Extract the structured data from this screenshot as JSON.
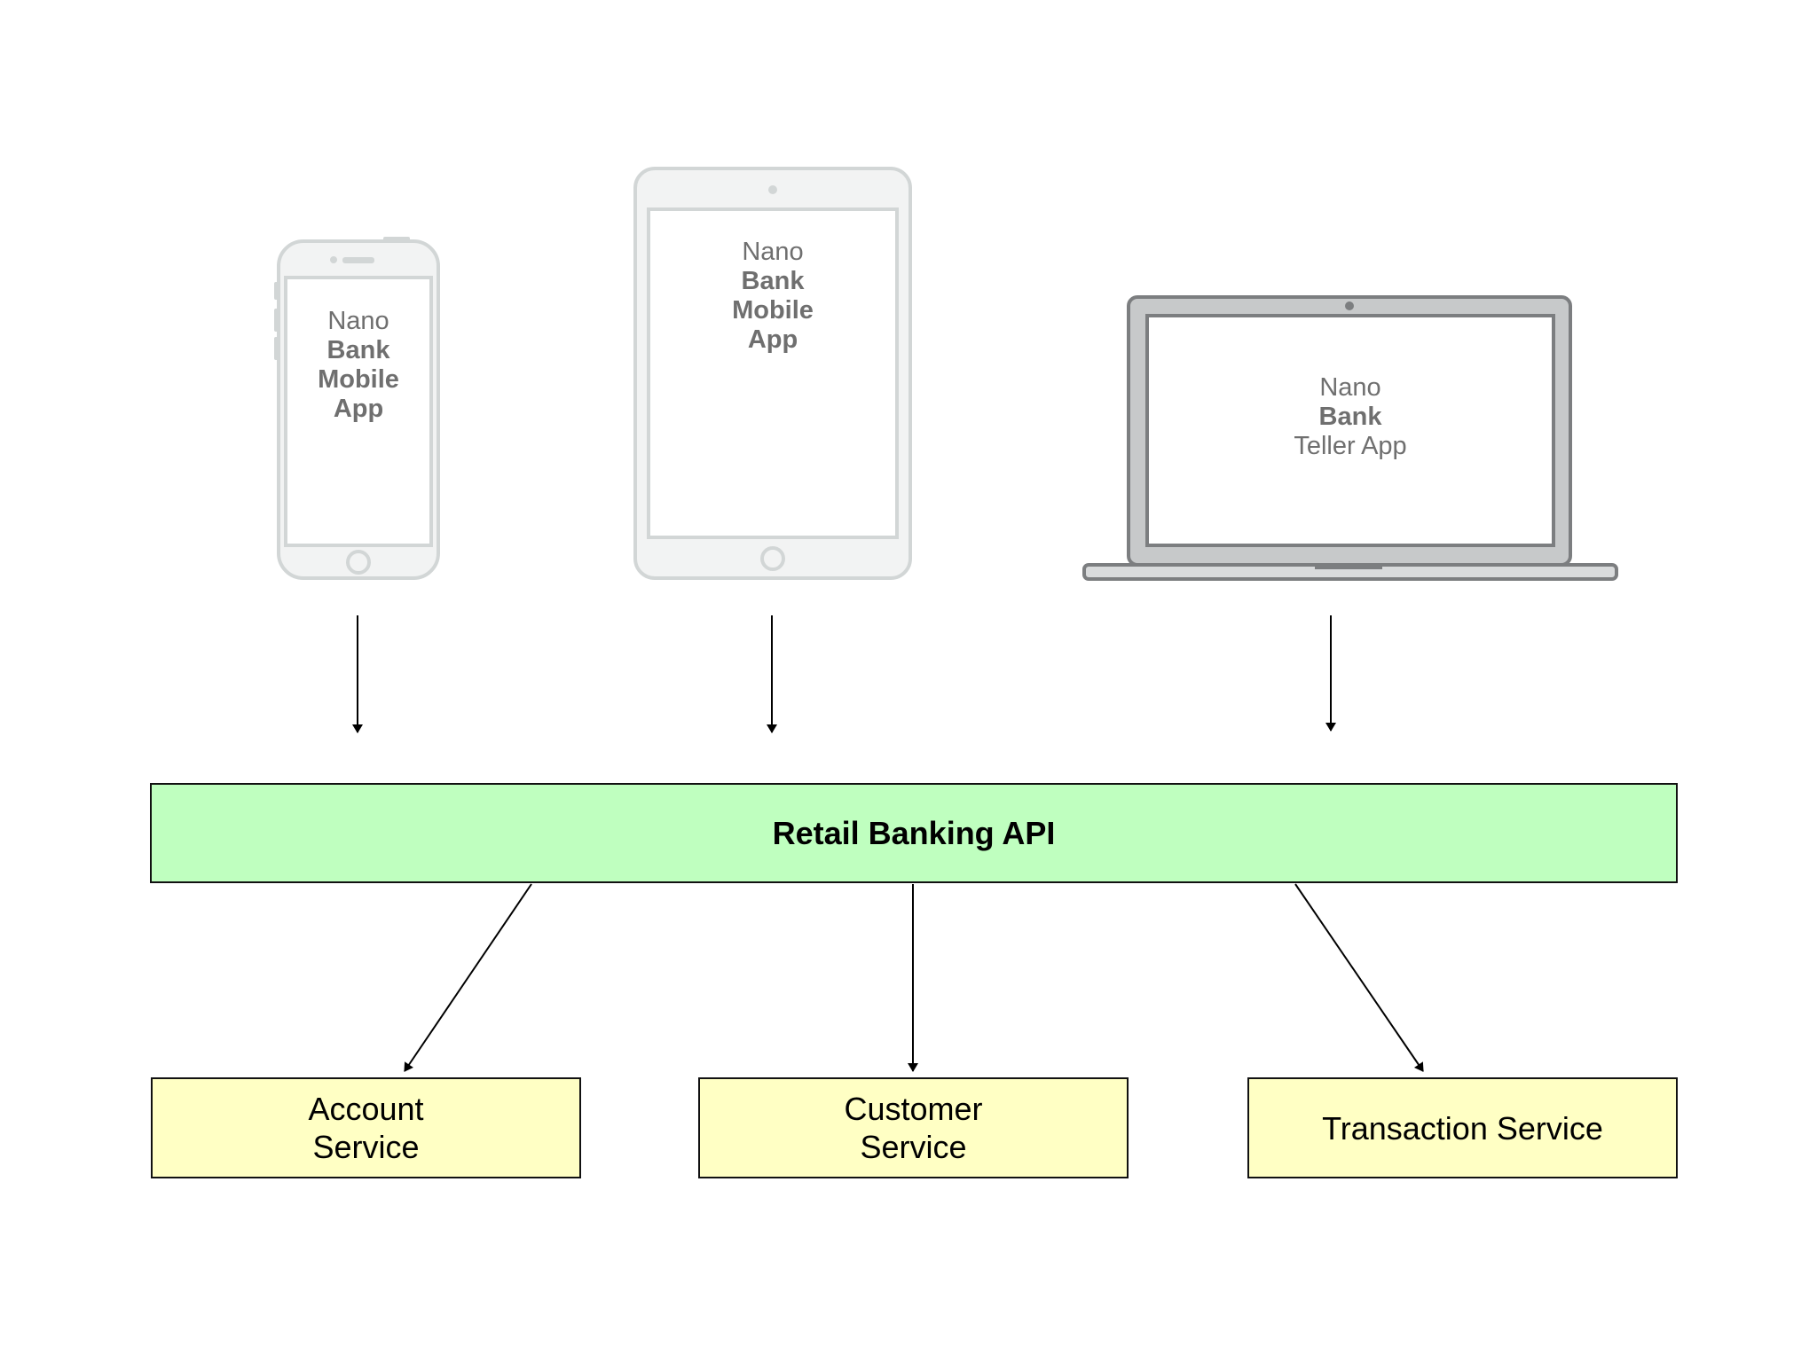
{
  "devices": {
    "phone": {
      "line1": "Nano",
      "line2": "Bank",
      "line3": "Mobile",
      "line4": "App"
    },
    "tablet": {
      "line1": "Nano",
      "line2": "Bank",
      "line3": "Mobile",
      "line4": "App"
    },
    "laptop": {
      "line1": "Nano",
      "line2": "Bank",
      "line3": "Teller App"
    }
  },
  "api": {
    "label": "Retail Banking API",
    "color": "#bfffbf"
  },
  "services": {
    "account": "Account\nService",
    "customer": "Customer\nService",
    "transaction": "Transaction Service",
    "color": "#ffffc4"
  }
}
